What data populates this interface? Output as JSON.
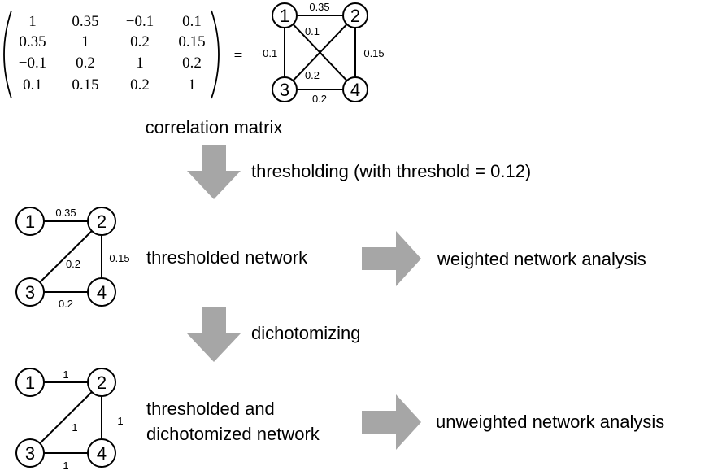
{
  "colors": {
    "arrow": "#a6a6a6",
    "ink": "#000000",
    "background": "#ffffff"
  },
  "matrix": {
    "rows": [
      [
        "1",
        "0.35",
        "−0.1",
        "0.1"
      ],
      [
        "0.35",
        "1",
        "0.2",
        "0.15"
      ],
      [
        "−0.1",
        "0.2",
        "1",
        "0.2"
      ],
      [
        "0.1",
        "0.15",
        "0.2",
        "1"
      ]
    ],
    "equals": "="
  },
  "nodes": [
    "1",
    "2",
    "3",
    "4"
  ],
  "graphs": {
    "correlation": {
      "edges": [
        {
          "from": "1",
          "to": "2",
          "label": "0.35"
        },
        {
          "from": "1",
          "to": "3",
          "label": "-0.1"
        },
        {
          "from": "1",
          "to": "4",
          "label": "0.1"
        },
        {
          "from": "2",
          "to": "3",
          "label": "0.2"
        },
        {
          "from": "2",
          "to": "4",
          "label": "0.15"
        },
        {
          "from": "3",
          "to": "4",
          "label": "0.2"
        }
      ]
    },
    "thresholded": {
      "edges": [
        {
          "from": "1",
          "to": "2",
          "label": "0.35"
        },
        {
          "from": "2",
          "to": "3",
          "label": "0.2"
        },
        {
          "from": "2",
          "to": "4",
          "label": "0.15"
        },
        {
          "from": "3",
          "to": "4",
          "label": "0.2"
        }
      ]
    },
    "dichotomized": {
      "edges": [
        {
          "from": "1",
          "to": "2",
          "label": "1"
        },
        {
          "from": "2",
          "to": "3",
          "label": "1"
        },
        {
          "from": "2",
          "to": "4",
          "label": "1"
        },
        {
          "from": "3",
          "to": "4",
          "label": "1"
        }
      ]
    }
  },
  "labels": {
    "correlation_matrix": "correlation matrix",
    "thresholding": "thresholding (with threshold = 0.12)",
    "thresholded_network": "thresholded network",
    "weighted_analysis": "weighted network analysis",
    "dichotomizing": "dichotomizing",
    "thresholded_and": "thresholded and",
    "dichotomized_network": "dichotomized network",
    "unweighted_analysis": "unweighted network analysis"
  }
}
